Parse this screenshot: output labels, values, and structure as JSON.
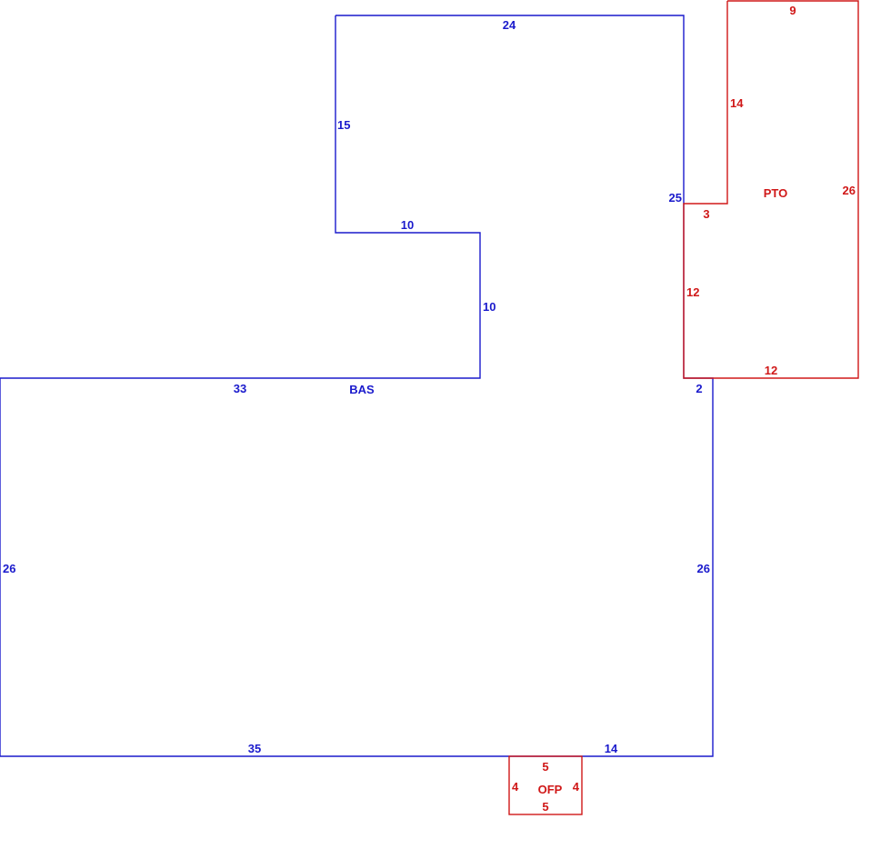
{
  "areas": {
    "bas": {
      "code": "BAS",
      "color": "#1a1acc"
    },
    "pto": {
      "code": "PTO",
      "color": "#d01818"
    },
    "ofp": {
      "code": "OFP",
      "color": "#d01818"
    }
  },
  "dimensions": {
    "bas_top": "24",
    "bas_upper_left": "15",
    "bas_notch_top": "10",
    "bas_notch_side": "10",
    "bas_upper_right": "25",
    "bas_mid_left": "33",
    "bas_step": "2",
    "bas_left": "26",
    "bas_right": "26",
    "bas_bottom_left": "35",
    "bas_bottom_right": "14",
    "pto_top": "9",
    "pto_inner_left": "14",
    "pto_right": "26",
    "pto_step": "3",
    "pto_left": "12",
    "pto_bottom": "12",
    "ofp_top": "5",
    "ofp_left": "4",
    "ofp_right": "4",
    "ofp_bottom": "5"
  }
}
